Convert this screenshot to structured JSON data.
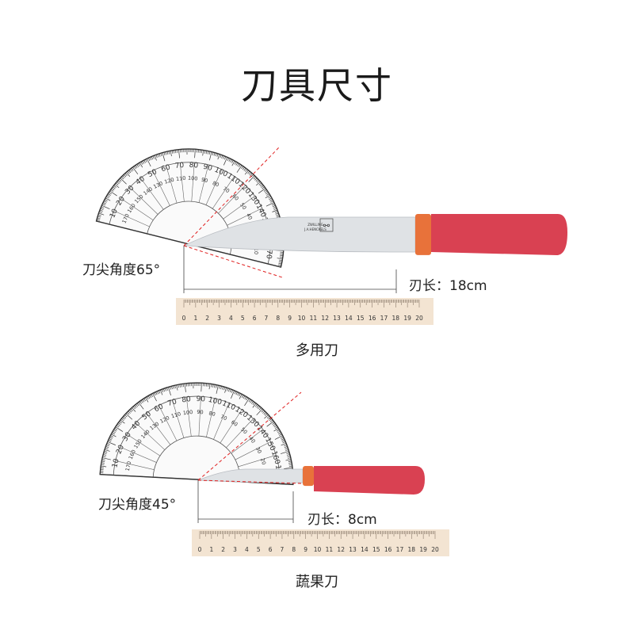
{
  "title": "刀具尺寸",
  "knives": [
    {
      "name": "多用刀",
      "tip_angle_label": "刀尖角度65°",
      "blade_length_label": "刃长：18cm",
      "tip_angle_deg": 65,
      "blade_length_cm": 18
    },
    {
      "name": "蔬果刀",
      "tip_angle_label": "刀尖角度45°",
      "blade_length_label": "刃长：8cm",
      "tip_angle_deg": 45,
      "blade_length_cm": 8
    }
  ],
  "ruler": {
    "ticks": [
      "0",
      "1",
      "2",
      "3",
      "4",
      "5",
      "6",
      "7",
      "8",
      "9",
      "10",
      "11",
      "12",
      "13",
      "14",
      "15",
      "16",
      "17",
      "18",
      "19",
      "20"
    ]
  },
  "protractor": {
    "outer_ticks": [
      "10",
      "20",
      "30",
      "40",
      "50",
      "60",
      "70",
      "80",
      "90",
      "100",
      "110",
      "120",
      "130",
      "140",
      "150",
      "160",
      "170"
    ],
    "inner_ticks": [
      "170",
      "160",
      "150",
      "140",
      "130",
      "120",
      "110",
      "100",
      "90",
      "80",
      "70",
      "60",
      "50",
      "40",
      "30",
      "20",
      "10"
    ]
  },
  "brand": {
    "line1": "ZWILLING",
    "line2": "J.A.HENCKELS"
  },
  "colors": {
    "handle": "#d94152",
    "bolster": "#e8723a",
    "blade": "#dfe2e5",
    "ruler": "#f3e4d2",
    "dash": "#e02020"
  }
}
